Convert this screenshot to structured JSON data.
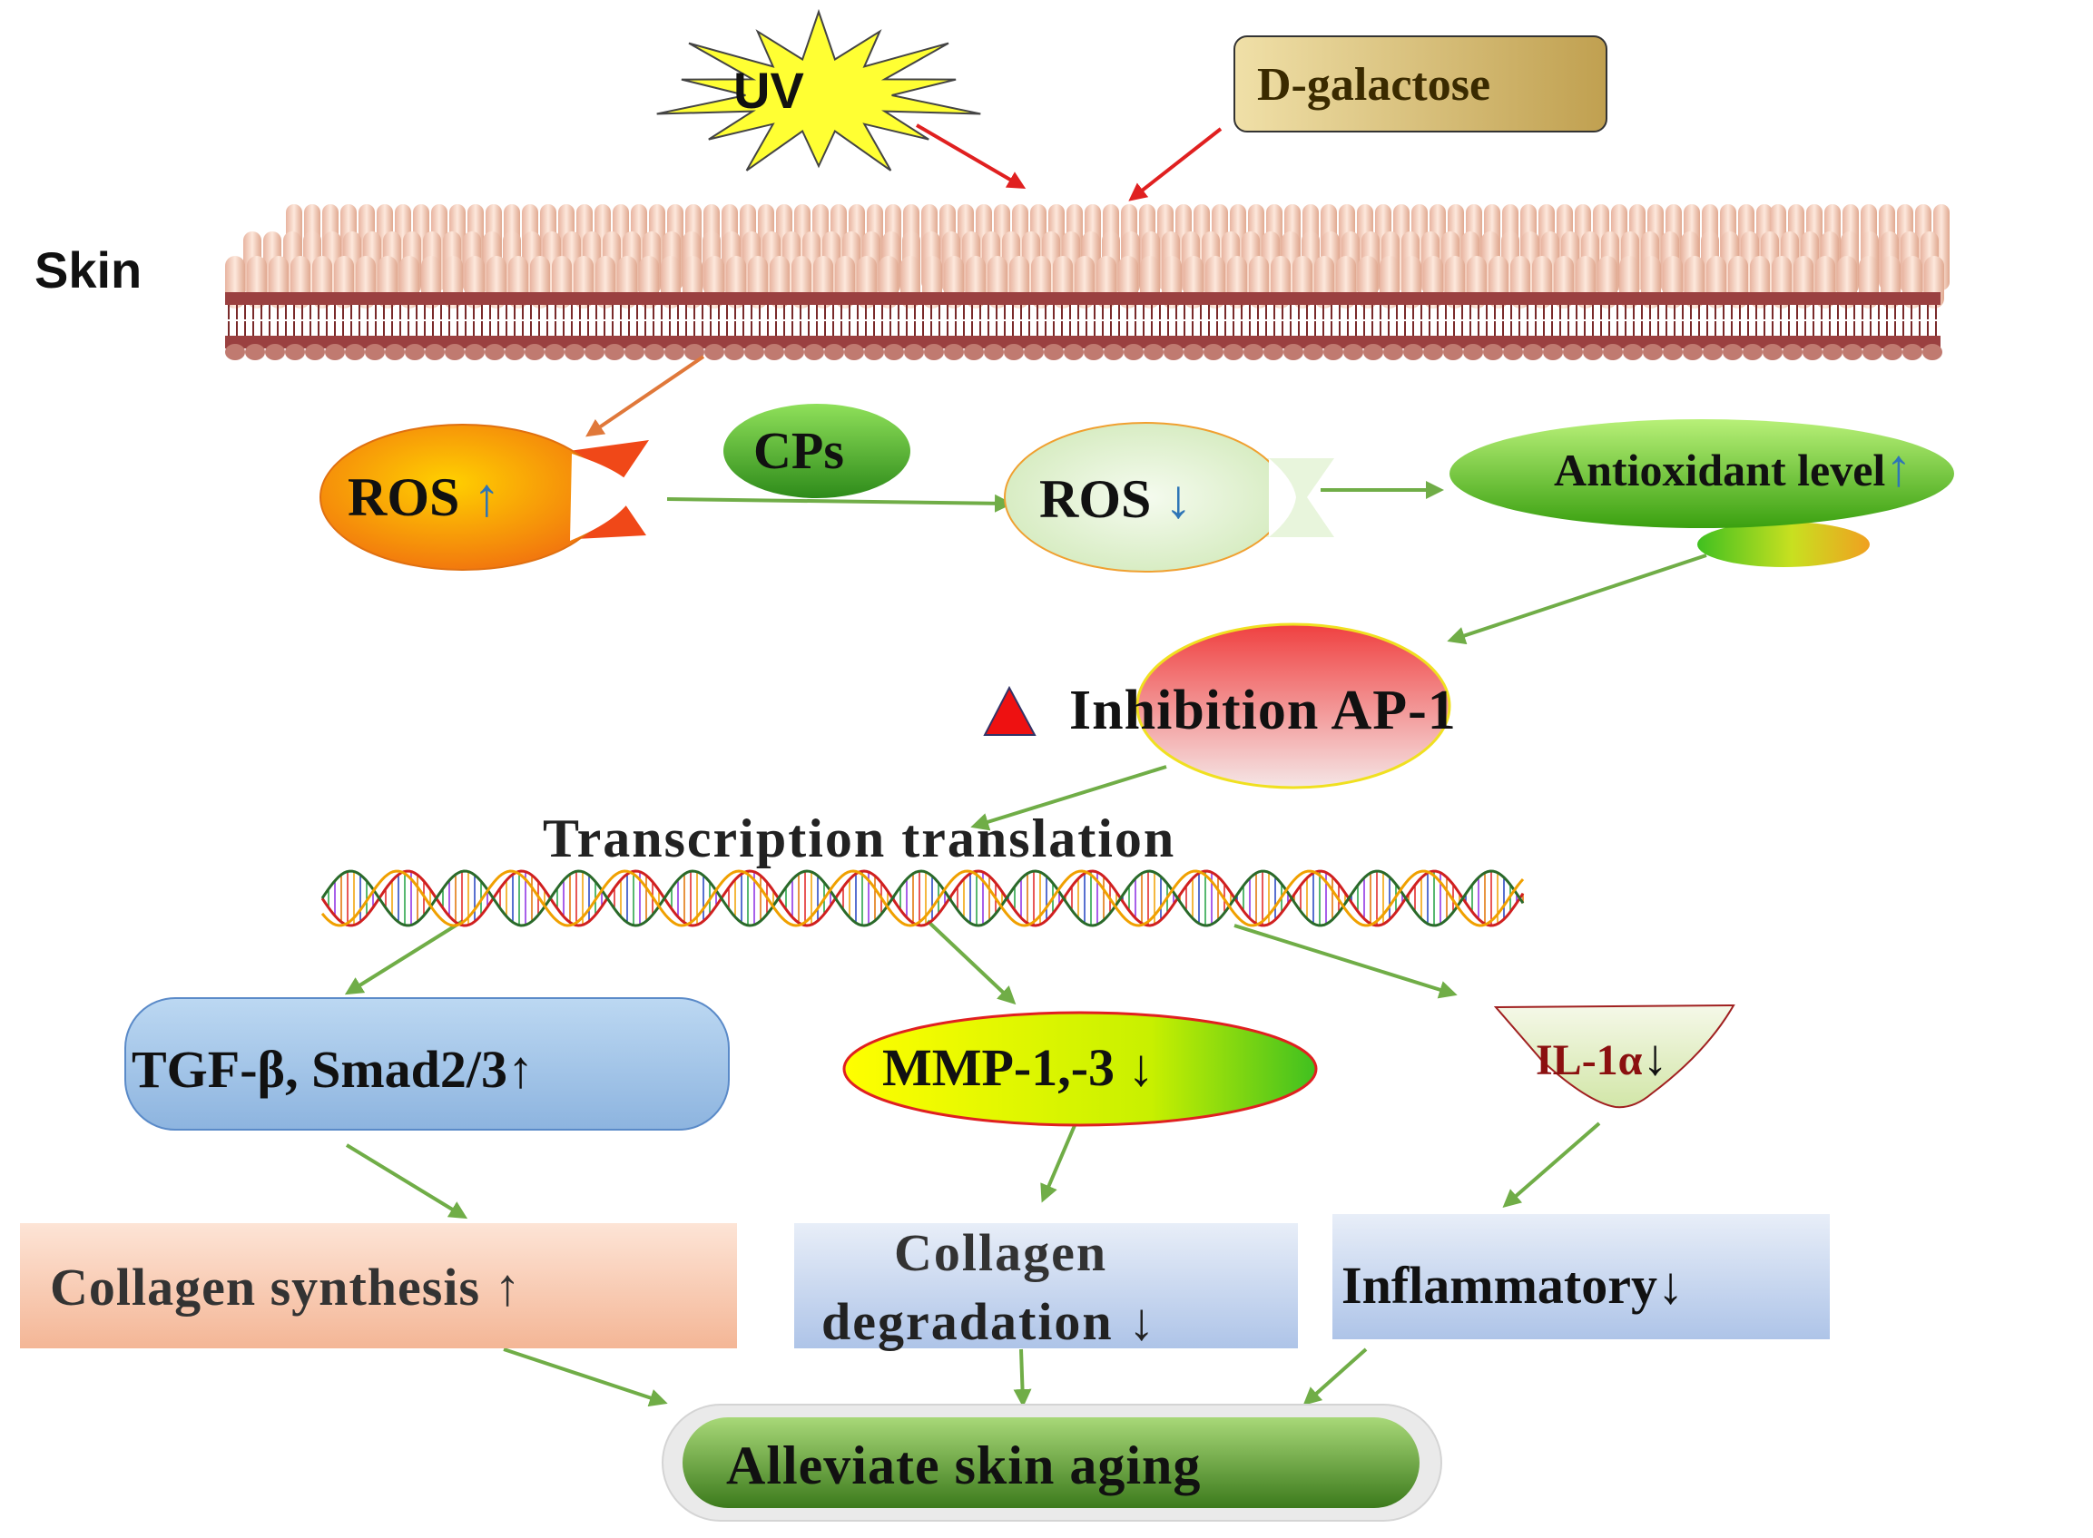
{
  "colors": {
    "uv_fill": "#ffff33",
    "dgal_fill": "#e2ca83",
    "skin_cell": "#f2c9b8",
    "skin_dark": "#8c3a3a",
    "ros_up_fill": "#f07818",
    "ros_down_fill": "#dcf0c8",
    "antioxidant_fill": "#52c21a",
    "ap1_fill": "#f08080",
    "tgf_fill": "#9dc3e6",
    "mmp_fill": "#ffff00",
    "il_fill": "#e6f0c8",
    "synth_fill": "#f8c8b0",
    "degr_fill": "#c6d6ef",
    "aging_fill": "#5a9a2a",
    "arrow_green": "#70ad47",
    "arrow_red": "#e02020",
    "arrow_orange": "#e0783a",
    "up_blue": "#2e75b6",
    "il_text": "#8b1010"
  },
  "labels": {
    "uv": "UV",
    "dgalactose": "D-galactose",
    "skin": "Skin",
    "ros_high_text": "ROS",
    "ros_high_arrow": "↑",
    "cps": "CPs",
    "ros_low_text": "ROS",
    "ros_low_arrow": "↓",
    "antioxidant_text": "Antioxidant level",
    "antioxidant_arrow": "↑",
    "ap1": "Inhibition AP-1",
    "transcription": "Transcription translation",
    "tgf": "TGF-β, Smad2/3↑",
    "mmp": "MMP-1,-3 ↓",
    "il_text": "IL-1α",
    "il_arrow": "↓",
    "synthesis": "Collagen synthesis ↑",
    "degradation_line1": "Collagen",
    "degradation_line2": "degradation ↓",
    "inflammatory": "Inflammatory↓",
    "aging": "Alleviate skin aging"
  }
}
